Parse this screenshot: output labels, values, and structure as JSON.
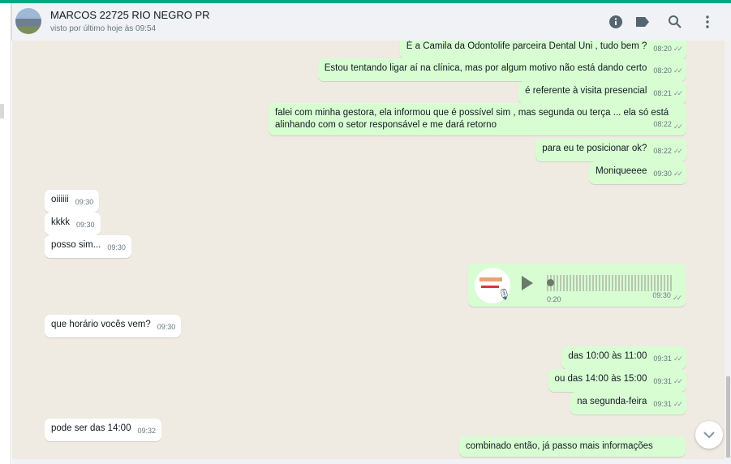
{
  "header": {
    "title": "MARCOS 22725 RIO NEGRO PR",
    "subtitle": "visto por último hoje às 09:54",
    "icons": [
      "info-icon",
      "label-icon",
      "search-icon",
      "menu-icon"
    ]
  },
  "messages": [
    {
      "dir": "out",
      "text": "É a Camila da Odontolife parceira Dental Uni , tudo bem ?",
      "time": "08:20"
    },
    {
      "dir": "out",
      "text": "Estou tentando ligar aí na clínica, mas por algum motivo não está dando certo",
      "time": "08:20"
    },
    {
      "dir": "out",
      "text": "é referente à visita presencial",
      "time": "08:21"
    },
    {
      "dir": "out",
      "text": "falei com minha gestora, ela informou que é possível sim , mas segunda ou terça ... ela só está",
      "text2": "alinhando com o setor responsável e me dará retorno",
      "time": "08:22"
    },
    {
      "dir": "out",
      "text": "para eu te posicionar ok?",
      "time": "08:22"
    },
    {
      "dir": "out",
      "text": "Moniqueeee",
      "time": "09:30"
    },
    {
      "dir": "in",
      "text": "oiiiiii",
      "time": "09:30"
    },
    {
      "dir": "in",
      "text": "kkkk",
      "time": "09:30"
    },
    {
      "dir": "in",
      "text": "posso sim...",
      "time": "09:30"
    },
    {
      "dir": "out",
      "type": "audio",
      "duration": "0:20",
      "time": "09:30"
    },
    {
      "dir": "in",
      "text": "que horário vocês vem?",
      "time": "09:30"
    },
    {
      "dir": "out",
      "text": "das 10:00 às 11:00",
      "time": "09:31"
    },
    {
      "dir": "out",
      "text": "ou das 14:00 às 15:00",
      "time": "09:31"
    },
    {
      "dir": "out",
      "text": "na segunda-feira",
      "time": "09:31"
    },
    {
      "dir": "in",
      "text": "pode ser das 14:00",
      "time": "09:32"
    },
    {
      "dir": "out",
      "text": "combinado então, já passo mais informações",
      "time": ""
    }
  ],
  "check": "✓✓"
}
